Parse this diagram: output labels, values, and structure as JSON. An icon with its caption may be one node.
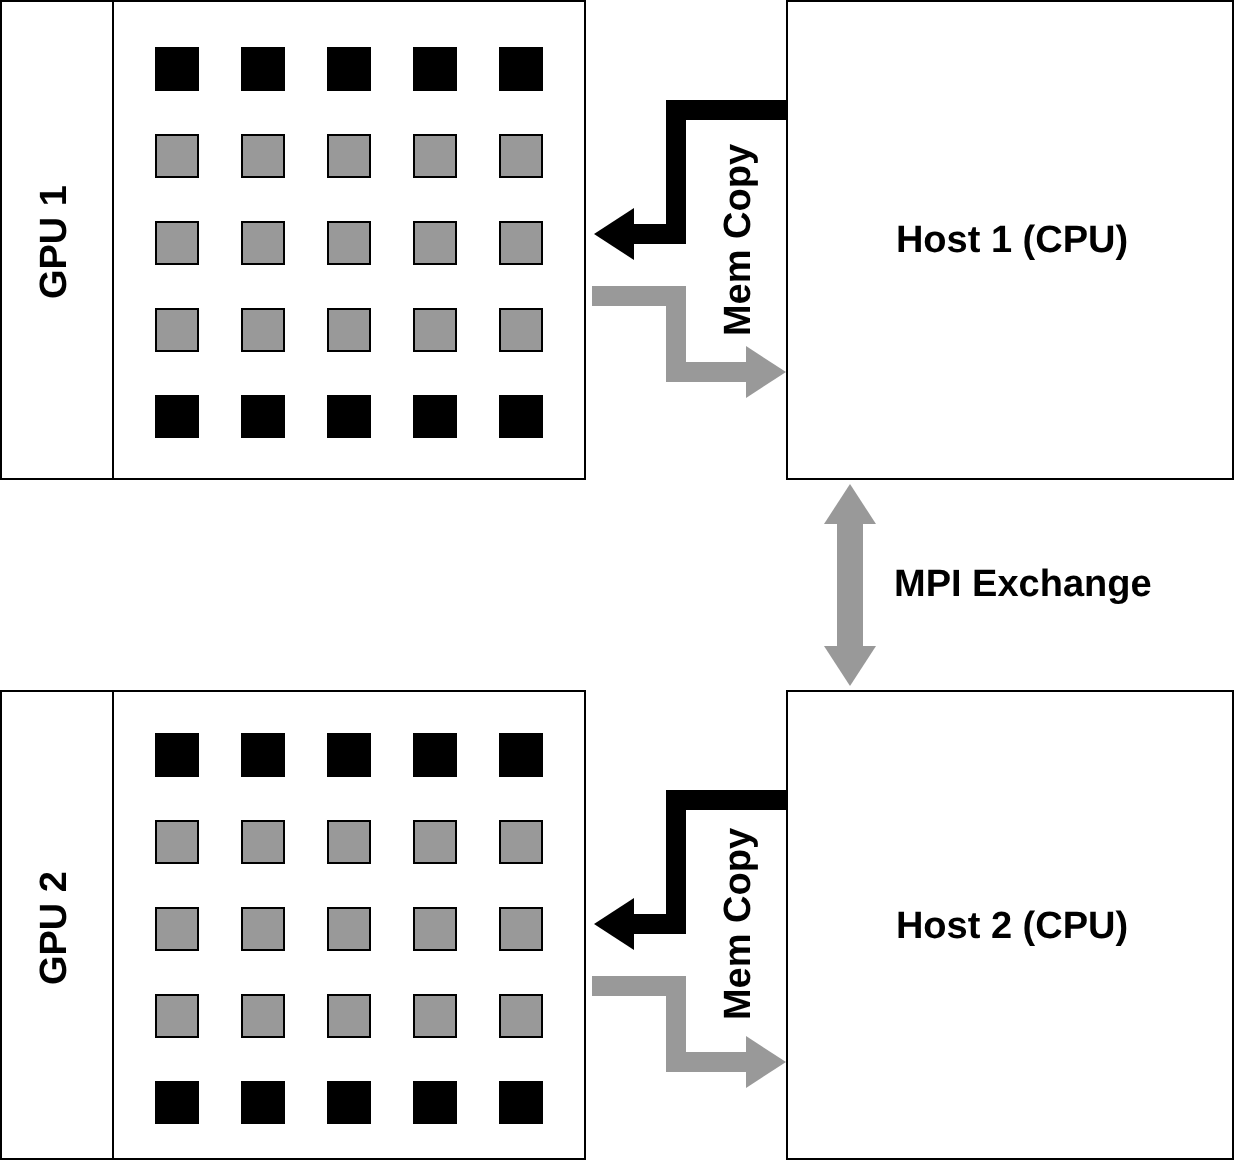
{
  "diagram": {
    "nodes": [
      {
        "text": [
          "GPU 1"
        ]
      },
      {
        "text": [
          "Host 1 (CPU)"
        ]
      },
      {
        "text": [
          "GPU 2"
        ]
      },
      {
        "text": [
          "Host 2 (CPU)"
        ]
      }
    ],
    "edges": [
      {
        "from": 1,
        "to": 0,
        "arrow": "to",
        "color": "#000000"
      },
      {
        "from": 0,
        "to": 1,
        "arrow": "to"
      },
      {
        "from": 1,
        "to": 3,
        "arrow": "both",
        "label": "MPI Exchange"
      },
      {
        "from": 3,
        "to": 2,
        "arrow": "to",
        "color": "#000000"
      },
      {
        "from": 2,
        "to": 3,
        "arrow": "to"
      }
    ],
    "labels": [
      "Mem Copy",
      "Mem Copy"
    ]
  }
}
